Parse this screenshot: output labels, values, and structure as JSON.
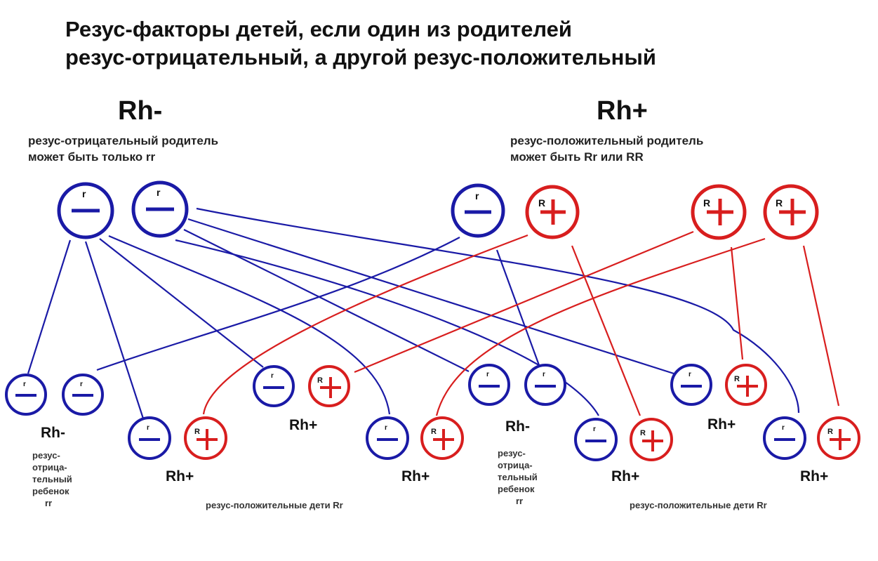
{
  "title": {
    "line1": "Резус-факторы детей, если один из родителей",
    "line2": "резус-отрицательный, а другой резус-положительный"
  },
  "parents": {
    "negative": {
      "heading": "Rh-",
      "desc_line1": "резус-отрицательный родитель",
      "desc_line2": "может быть только rr",
      "alleles": [
        "r",
        "r"
      ]
    },
    "positive": {
      "heading": "Rh+",
      "desc_line1": "резус-положительный родитель",
      "desc_line2": "может быть Rr или RR",
      "variant_rr_alleles": [
        "r",
        "R"
      ],
      "variant_RR_alleles": [
        "R",
        "R"
      ]
    }
  },
  "children": {
    "group1": {
      "label": "Rh-",
      "alleles": [
        "r",
        "r"
      ]
    },
    "group2": {
      "label": "Rh+",
      "alleles": [
        "r",
        "R"
      ]
    },
    "group3": {
      "label": "Rh+",
      "alleles": [
        "r",
        "R"
      ]
    },
    "group4": {
      "label": "Rh+",
      "alleles": [
        "r",
        "R"
      ]
    },
    "group5": {
      "label": "Rh-",
      "alleles": [
        "r",
        "r"
      ]
    },
    "group6": {
      "label": "Rh+",
      "alleles": [
        "r",
        "R"
      ]
    },
    "group7": {
      "label": "Rh+",
      "alleles": [
        "r",
        "R"
      ]
    },
    "group8": {
      "label": "Rh+",
      "alleles": [
        "r",
        "R"
      ]
    }
  },
  "notes": {
    "negative_child_lines": [
      "резус-",
      "отрица-",
      "тельный",
      "ребенок",
      "rr"
    ],
    "negative_child_lines_2": [
      "резус-",
      "отрица-",
      "тельный",
      "ребенок",
      "rr"
    ],
    "positive_children": "резус-положительные дети Rr",
    "positive_children_2": "резус-положительные дети Rr"
  },
  "colors": {
    "negative": "#1a1aa6",
    "positive": "#d81e1e",
    "text": "#111111"
  }
}
